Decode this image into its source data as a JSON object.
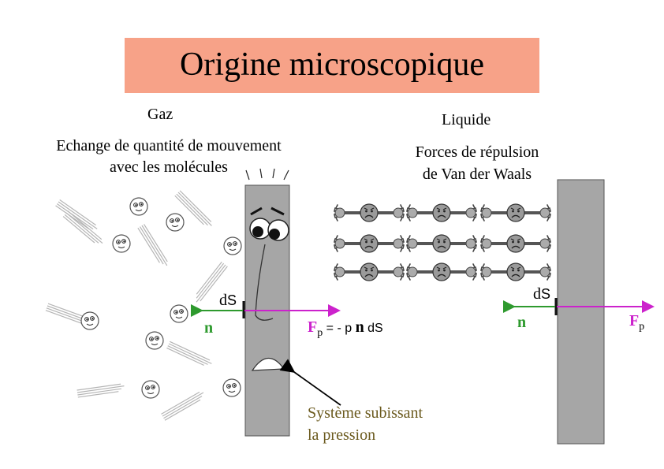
{
  "title": "Origine microscopique",
  "gas": {
    "label": "Gaz",
    "description_line1": "Echange de quantité de mouvement",
    "description_line2": "avec les molécules",
    "dS": "d",
    "dS_S": "S",
    "normal": "n",
    "force_F": "F",
    "force_sub": "p",
    "force_eq": " = - p ",
    "force_n": "n",
    "force_dS": " dS",
    "system_line1": "Système subissant",
    "system_line2": "la pression"
  },
  "liquid": {
    "label": "Liquide",
    "description_line1": "Forces de répulsion",
    "description_line2": "de Van der Waals",
    "dS": "d",
    "dS_S": "S",
    "normal": "n",
    "force_F": "F",
    "force_sub": "p"
  },
  "colors": {
    "title_bg": "#f7a288",
    "wall": "#a6a6a6",
    "normal_arrow": "#2e9a2e",
    "force_arrow": "#cc22cc",
    "system_text": "#6b5a1e"
  }
}
